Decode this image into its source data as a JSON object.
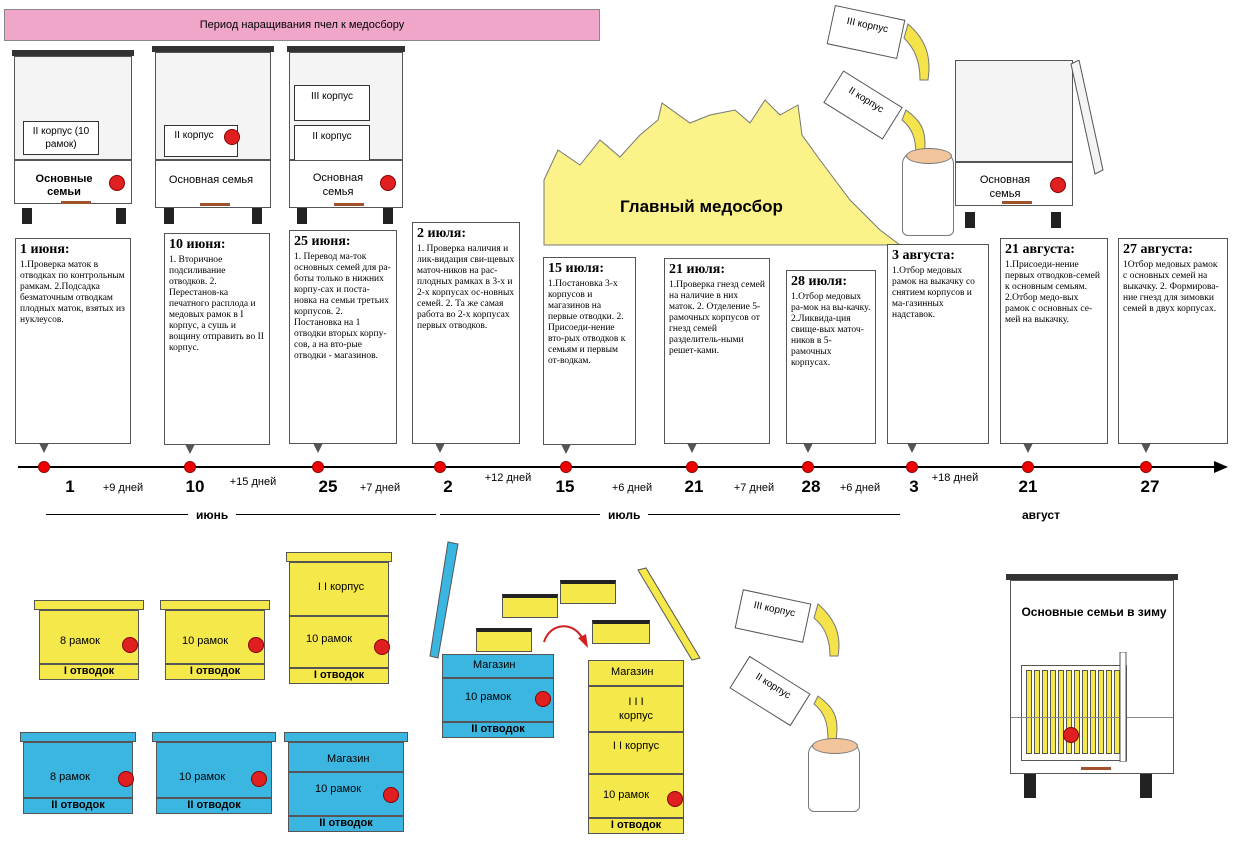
{
  "title": "Период наращивания пчел к медосбору",
  "main_flow": "Главный медосбор",
  "hives_top": [
    {
      "inner": "II корпус (10 рамок)",
      "lower": "Основные семьи"
    },
    {
      "inner": "II корпус",
      "lower": "Основная семья"
    },
    {
      "inner_top": "III корпус",
      "inner": "II корпус",
      "lower": "Основная семья"
    },
    {
      "lower": "Основная семья"
    }
  ],
  "floating_tags": [
    "III корпус",
    "II корпус",
    "III корпус",
    "II корпус"
  ],
  "cards": [
    {
      "date": "1 июня:",
      "text": "1.Проверка маток в отводках по контрольным рамкам. 2.Подсадка безматочным отводкам плодных маток, взятых из нуклеусов."
    },
    {
      "date": "10 июня:",
      "text": "1. Вторичное подсиливание отводков. 2. Перестанов-ка печатного расплода и медовых рамок в I корпус, а сушь и вощину отправить во II корпус."
    },
    {
      "date": "25 июня:",
      "text": "1. Перевод ма-ток основных семей для ра-боты только в нижних корпу-сах и поста-новка на семьи третьих корпусов. 2. Постановка на 1 отводки вторых корпу-сов, а на вто-рые отводки - магазинов."
    },
    {
      "date": "2 июля:",
      "text": "1. Проверка наличия и лик-видация сви-щевых маточ-ников на рас-плодных рамках в 3-х и 2-х корпусах ос-новных семей. 2. Та же самая работа во 2-х корпусах первых отводков."
    },
    {
      "date": "15 июля:",
      "text": "1.Постановка 3-х корпусов и магазинов на первые отводки. 2. Присоеди-нение вто-рых отводков к семьям и первым от-водкам."
    },
    {
      "date": "21 июля:",
      "text": "1.Проверка гнезд семей на наличие в них маток. 2. Отделение 5-рамочных корпусов от гнезд семей разделитель-ными решет-ками."
    },
    {
      "date": "28 июля:",
      "text": "1.Отбор медовых ра-мок на вы-качку. 2.Ликвида-ция свище-вых маточ-ников в 5-рамочных корпусах."
    },
    {
      "date": "3 августа:",
      "text": "1.Отбор медовых рамок на выкачку со снятием корпусов и ма-газинных надставок."
    },
    {
      "date": "21 августа:",
      "text": "1.Присоеди-нение первых отводков-семей к основным семьям. 2.Отбор медо-вых рамок с основных се-мей на выкачку."
    },
    {
      "date": "27 августа:",
      "text": "1Отбор медовых рамок с основных семей на выкачку. 2. Формирова-ние гнезд для зимовки семей в двух корпусах."
    }
  ],
  "timeline": {
    "days": [
      "1",
      "10",
      "25",
      "2",
      "15",
      "21",
      "28",
      "3",
      "21",
      "27"
    ],
    "gaps": [
      "+9 дней",
      "+15 дней",
      "+7 дней",
      "+12 дней",
      "+6 дней",
      "+7 дней",
      "+6 дней",
      "+18 дней"
    ],
    "months": [
      "июнь",
      "июль",
      "август"
    ]
  },
  "lower_yellow": [
    {
      "frames": "8 рамок",
      "label": "I отводок"
    },
    {
      "frames": "10 рамок",
      "label": "I отводок"
    },
    {
      "top": "I I корпус",
      "frames": "10 рамок",
      "label": "I отводок"
    }
  ],
  "lower_blue": [
    {
      "frames": "8 рамок",
      "label": "II отводок"
    },
    {
      "frames": "10 рамок",
      "label": "II отводок"
    },
    {
      "top": "Магазин",
      "frames": "10 рамок",
      "label": "II отводок"
    }
  ],
  "magazine_blue": {
    "top": "Магазин",
    "frames": "10 рамок",
    "label": "II отводок"
  },
  "tall_stack": {
    "top": "Магазин",
    "c3": "I I I корпус",
    "c2": "I I корпус",
    "frames": "10 рамок",
    "label": "I отводок"
  },
  "winter": "Основные семьи в зиму",
  "colors": {
    "pink": "#f0a6c8",
    "yellow": "#f5e84a",
    "blue": "#3ab6e0",
    "red": "#e02020",
    "honey": "#fbf28a"
  }
}
